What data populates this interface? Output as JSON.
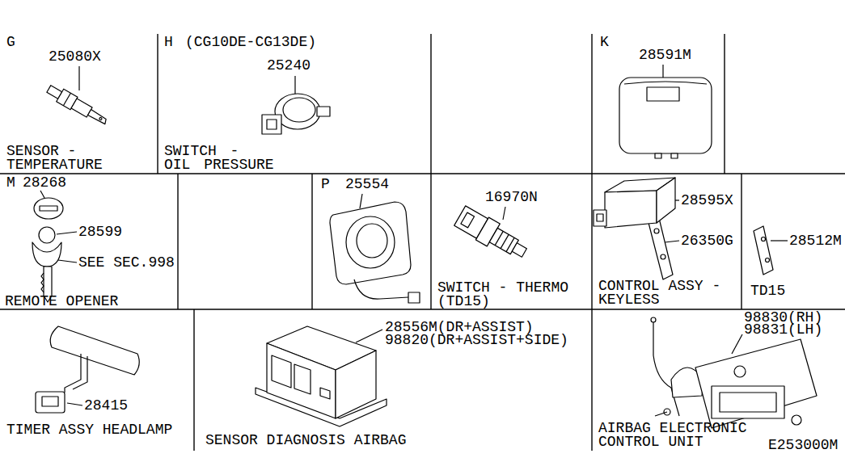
{
  "diagram": {
    "nodes": [
      {
        "text": [
          "G",
          "25080X",
          "SENSOR - TEMPERATURE"
        ]
      },
      {
        "text": [
          "H",
          "(CG10DE-CG13DE)",
          "25240",
          "SWITCH - OIL PRESSURE"
        ]
      },
      {
        "text": [
          "K",
          "28591M"
        ]
      },
      {
        "text": [
          "M",
          "28268",
          "28599",
          "SEE SEC.998",
          "REMOTE OPENER"
        ]
      },
      {
        "text": [
          "P",
          "25554"
        ]
      },
      {
        "text": [
          "16970N",
          "SWITCH - THERMO (TD15)"
        ]
      },
      {
        "text": [
          "28595X",
          "26350G",
          "CONTROL ASSY - KEYLESS"
        ]
      },
      {
        "text": [
          "28512M",
          "TD15"
        ]
      },
      {
        "text": [
          "28415",
          "TIMER ASSY HEADLAMP"
        ]
      },
      {
        "text": [
          "28556M(DR+ASSIST)",
          "98820(DR+ASSIST+SIDE)",
          "SENSOR DIAGNOSIS AIRBAG"
        ]
      },
      {
        "text": [
          "98830(RH)",
          "98831(LH)",
          "AIRBAG ELECTRONIC CONTROL UNIT"
        ]
      }
    ],
    "labels": [
      "E253000M"
    ]
  }
}
